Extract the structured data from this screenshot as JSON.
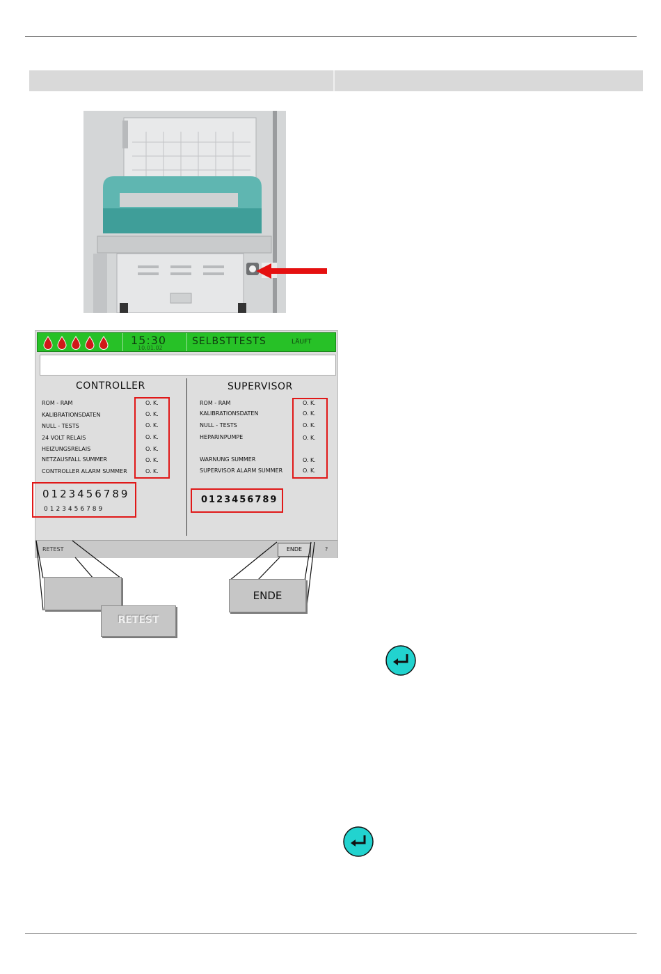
{
  "screen": {
    "time": "15:30",
    "date": "10.01.02",
    "title": "SELBSTTESTS",
    "status": "LÄUFT",
    "controller": {
      "title": "CONTROLLER",
      "rows": [
        {
          "label": "ROM - RAM",
          "value": "O. K."
        },
        {
          "label": "KALIBRATIONSDATEN",
          "value": "O. K."
        },
        {
          "label": "NULL - TESTS",
          "value": "O. K."
        },
        {
          "label": "24 VOLT RELAIS",
          "value": "O. K."
        },
        {
          "label": "HEIZUNGSRELAIS",
          "value": "O. K."
        },
        {
          "label": "NETZAUSFALL SUMMER",
          "value": "O. K."
        },
        {
          "label": "CONTROLLER ALARM SUMMER",
          "value": "O. K."
        }
      ],
      "digits_large": "0123456789",
      "digits_small": "0123456789"
    },
    "supervisor": {
      "title": "SUPERVISOR",
      "rows": [
        {
          "label": "ROM - RAM",
          "value": "O. K."
        },
        {
          "label": "KALIBRATIONSDATEN",
          "value": "O. K."
        },
        {
          "label": "NULL - TESTS",
          "value": "O. K."
        },
        {
          "label": "HEPARINPUMPE",
          "value": "O. K."
        },
        {
          "label": "WARNUNG SUMMER",
          "value": "O. K."
        },
        {
          "label": "SUPERVISOR ALARM SUMMER",
          "value": "O. K."
        }
      ],
      "digits": "0123456789"
    },
    "bottom": {
      "retest": "RETEST",
      "ende": "ENDE",
      "help": "?"
    }
  },
  "callouts": {
    "ende": "ENDE",
    "retest": "RETEST"
  },
  "icons": {
    "drop": "blood-drop-icon",
    "enter": "enter-key-icon",
    "arrow": "red-arrow-icon"
  },
  "colors": {
    "header_green": "#27c127",
    "highlight_red": "#e01818",
    "enter_cyan": "#22d3cf"
  }
}
